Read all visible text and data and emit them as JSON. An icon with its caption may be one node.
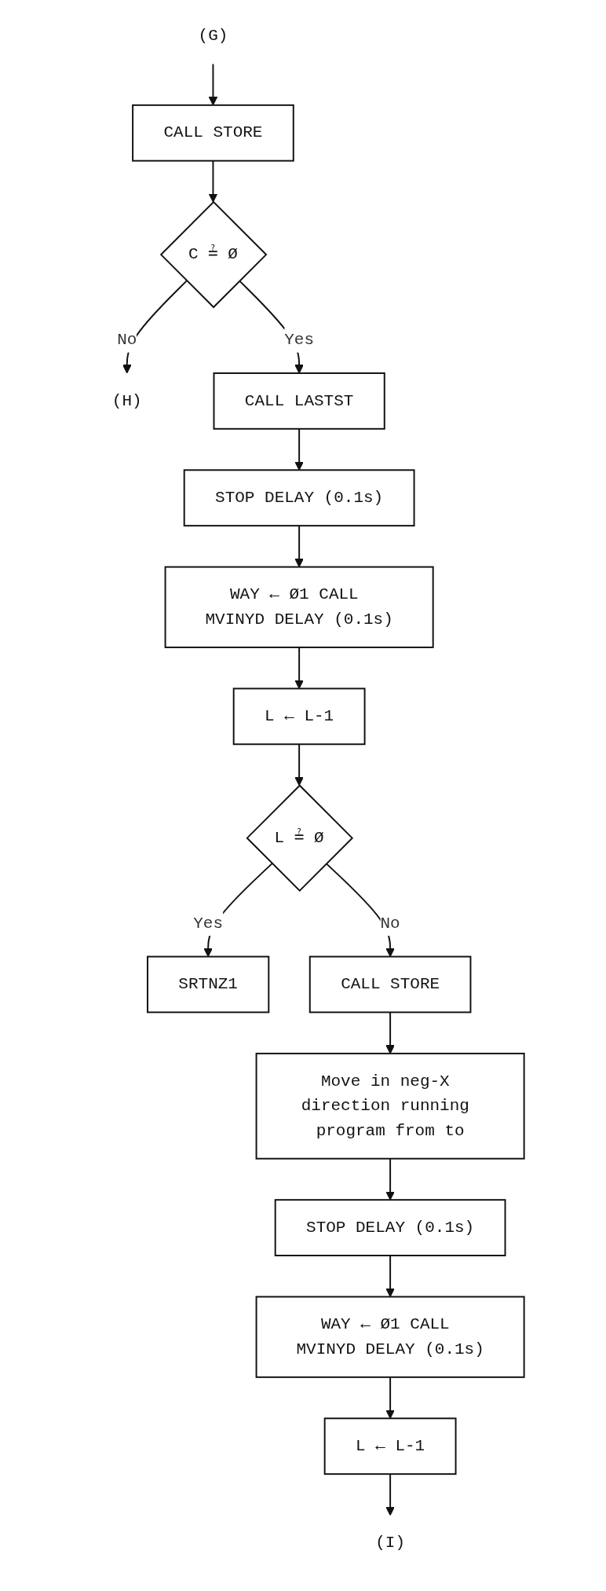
{
  "diagram": {
    "nodes": [
      {
        "text": [
          "(H)"
        ]
      },
      {
        "text": [
          "(G)"
        ]
      },
      {
        "text": [
          "CALL STORE"
        ]
      },
      {
        "text": [
          "C ≟ Ø"
        ]
      },
      {
        "text": [
          "CALL LASTST"
        ]
      },
      {
        "text": [
          "STOP DELAY (0.1s)"
        ]
      },
      {
        "text": [
          "WAY ← Ø1 CALL MVINYD DELAY (0.1s)"
        ]
      },
      {
        "text": [
          "L ← L-1"
        ]
      },
      {
        "text": [
          "L ≟ Ø"
        ]
      },
      {
        "text": [
          "SRTNZ1"
        ]
      },
      {
        "text": [
          "CALL STORE"
        ]
      },
      {
        "text": [
          "Move in neg-X direction running program from to"
        ]
      },
      {
        "text": [
          "STOP DELAY (0.1s)"
        ]
      },
      {
        "text": [
          "WAY ← Ø1 CALL MVINYD DELAY (0.1s)"
        ]
      },
      {
        "text": [
          "L ← L-1"
        ]
      },
      {
        "text": [
          "(I)"
        ]
      }
    ],
    "edges": [
      {
        "from": 1,
        "to": 2,
        "arrow": "to"
      },
      {
        "from": 2,
        "to": 3,
        "arrow": "to"
      },
      {
        "from": 3,
        "to": 0,
        "arrow": "to",
        "label": "No"
      },
      {
        "from": 3,
        "to": 4,
        "arrow": "to",
        "label": "Yes"
      },
      {
        "from": 4,
        "to": 5,
        "arrow": "to"
      },
      {
        "from": 5,
        "to": 6,
        "arrow": "to"
      },
      {
        "from": 6,
        "to": 7,
        "arrow": "to"
      },
      {
        "from": 7,
        "to": 8,
        "arrow": "to"
      },
      {
        "from": 8,
        "to": 9,
        "arrow": "to",
        "label": "Yes"
      },
      {
        "from": 8,
        "to": 10,
        "arrow": "to",
        "label": "No"
      },
      {
        "from": 10,
        "to": 11,
        "arrow": "to"
      },
      {
        "from": 11,
        "to": 12,
        "arrow": "to"
      },
      {
        "from": 12,
        "to": 13,
        "arrow": "to"
      },
      {
        "from": 13,
        "to": 14,
        "arrow": "to"
      },
      {
        "from": 14,
        "to": 15,
        "arrow": "to"
      }
    ]
  }
}
